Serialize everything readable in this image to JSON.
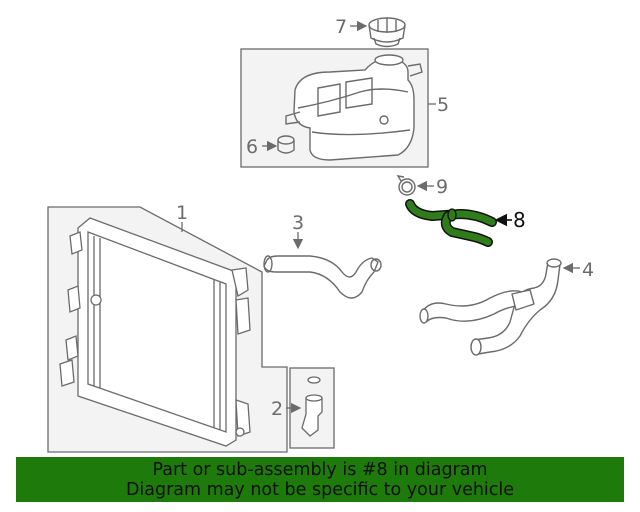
{
  "callouts": [
    {
      "id": "1",
      "label": "1"
    },
    {
      "id": "2",
      "label": "2"
    },
    {
      "id": "3",
      "label": "3"
    },
    {
      "id": "4",
      "label": "4"
    },
    {
      "id": "5",
      "label": "5"
    },
    {
      "id": "6",
      "label": "6"
    },
    {
      "id": "7",
      "label": "7"
    },
    {
      "id": "8",
      "label": "8"
    },
    {
      "id": "9",
      "label": "9"
    }
  ],
  "highlight": {
    "part": "8",
    "color": "#2e7d1a"
  },
  "banner": {
    "line1": "Part or sub-assembly is #8 in diagram",
    "line2": "Diagram may not be specific to your vehicle",
    "background": "#1f7a0c"
  },
  "colors": {
    "linework": "#6b6b6b",
    "highlight": "#2e7d1a",
    "highlight_outline": "#111111"
  }
}
